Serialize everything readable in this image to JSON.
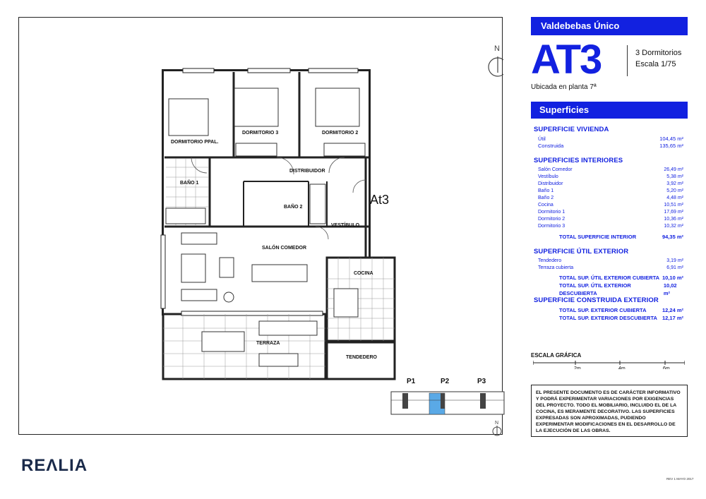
{
  "header": {
    "development": "Valdebebas Único",
    "unit_code": "AT3",
    "bedrooms": "3 Dormitorios",
    "scale": "Escala 1/75",
    "location": "Ubicada en planta 7ª"
  },
  "surfaces": {
    "title": "Superficies",
    "vivienda": {
      "heading": "SUPERFICIE VIVIENDA",
      "rows": [
        {
          "label": "Útil",
          "value": "104,45 m²"
        },
        {
          "label": "Construida",
          "value": "135,65 m²"
        }
      ]
    },
    "interiores": {
      "heading": "SUPERFICIES INTERIORES",
      "rows": [
        {
          "label": "Salón Comedor",
          "value": "26,49 m²"
        },
        {
          "label": "Vestíbulo",
          "value": "5,38 m²"
        },
        {
          "label": "Distribuidor",
          "value": "3,92 m²"
        },
        {
          "label": "Baño 1",
          "value": "5,20 m²"
        },
        {
          "label": "Baño 2",
          "value": "4,48 m²"
        },
        {
          "label": "Cocina",
          "value": "10,51 m²"
        },
        {
          "label": "Dormitorio 1",
          "value": "17,69 m²"
        },
        {
          "label": "Dormitorio 2",
          "value": "10,36 m²"
        },
        {
          "label": "Dormitorio 3",
          "value": "10,32 m²"
        }
      ],
      "total_label": "TOTAL SUPERFICIE INTERIOR",
      "total_value": "94,35 m²"
    },
    "util_exterior": {
      "heading": "SUPERFICIE ÚTIL EXTERIOR",
      "rows": [
        {
          "label": "Tendedero",
          "value": "3,19 m²"
        },
        {
          "label": "Terraza cubierta",
          "value": "6,91 m²"
        }
      ],
      "totals": [
        {
          "label": "TOTAL SUP. ÚTIL EXTERIOR CUBIERTA",
          "value": "10,10 m²"
        },
        {
          "label": "TOTAL SUP. ÚTIL EXTERIOR DESCUBIERTA",
          "value": "10,02 m²"
        }
      ]
    },
    "construida_exterior": {
      "heading": "SUPERFICIE CONSTRUIDA EXTERIOR",
      "totals": [
        {
          "label": "TOTAL SUP.  EXTERIOR CUBIERTA",
          "value": "12,24 m²"
        },
        {
          "label": "TOTAL SUP.  EXTERIOR DESCUBIERTA",
          "value": "12,17 m²"
        }
      ]
    }
  },
  "scale_bar": {
    "label": "ESCALA GRÁFICA",
    "ticks": [
      "2m",
      "4m",
      "6m"
    ]
  },
  "disclaimer": "EL PRESENTE DOCUMENTO ES DE CARÁCTER INFORMATIVO Y PODRÁ EXPERIMENTAR VARIACIONES POR EXIGENCIAS DEL PROYECTO. TODO EL MOBILIARIO, INCLUIDO EL DE LA COCINA, ES MERAMENTE DECORATIVO. LAS SUPERFICIES EXPRESADAS SON APROXIMADAS, PUDIENDO EXPERIMENTAR MODIFICACIONES EN EL DESARROLLO DE LA EJECUCIÓN DE LAS OBRAS.",
  "plan": {
    "unit_tag": "At3",
    "north": "N",
    "rooms": {
      "dormitorio_ppal": "DORMITORIO PPAL.",
      "dormitorio_3": "DORMITORIO 3",
      "dormitorio_2": "DORMITORIO 2",
      "distribuidor": "DISTRIBUIDOR",
      "bano_1": "BAÑO 1",
      "bano_2": "BAÑO 2",
      "vestibulo": "VESTÍBULO",
      "salon_comedor": "SALÓN COMEDOR",
      "cocina": "COCINA",
      "terraza": "TERRAZA",
      "tendedero": "TENDEDERO"
    }
  },
  "keyplan": {
    "labels": [
      "P1",
      "P2",
      "P3"
    ],
    "north": "N",
    "highlight_color": "#5aa9e6"
  },
  "brand": {
    "logo_prefix": "RE",
    "logo_a": "A",
    "logo_suffix": "LIA",
    "logo_middle": "Λ",
    "revision": "REV 1  MAYO 2017"
  },
  "colors": {
    "accent": "#1221e0",
    "navy": "#1a2a4a"
  }
}
